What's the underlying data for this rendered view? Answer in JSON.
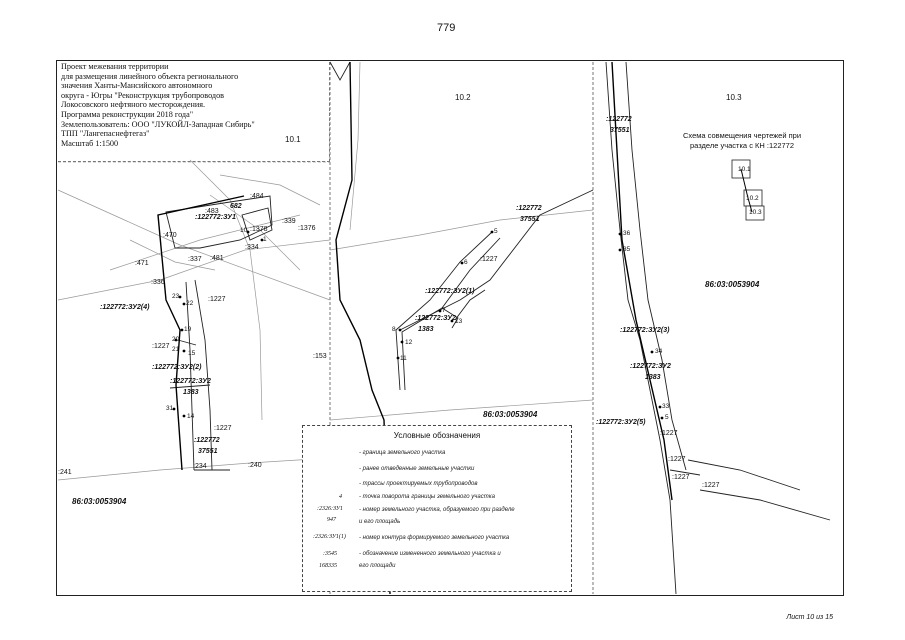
{
  "page_number": "779",
  "footer": "Лист 10 из 15",
  "title_block": {
    "lines": [
      "Проект межевания территории",
      "для размещения линейного объекта регионального",
      "значения Ханты-Мансийского автономного",
      "округа - Югры \"Реконструкция трубопроводов",
      "Локосовского нефтяного месторождения.",
      "Программа реконструкции 2018 года\"",
      "Землепользователь: ООО \"ЛУКОЙЛ-Западная Сибирь\"",
      "ТПП \"Лангепаснефтегаз\"",
      "Масштаб 1:1500"
    ]
  },
  "sheets": {
    "s1": "10.1",
    "s2": "10.2",
    "s3": "10.3"
  },
  "scheme": {
    "line1": "Схема совмещения чертежей при",
    "line2": "разделе участка с КН :122772",
    "k1": "10.1",
    "k2": "10.2",
    "k3": "10.3"
  },
  "map_labels": {
    "quarter_left": "86:03:0053904",
    "quarter_mid": "86:03:0053904",
    "quarter_right": "86:03:0053904",
    "parcel_main_num": ":122772",
    "parcel_main_area": "37551",
    "zu1": ":122772:ЗУ1",
    "zu1_area": "682",
    "zu2": ":122772:ЗУ2",
    "zu2_area": "1383",
    "zu2_1": ":122772:ЗУ2(1)",
    "zu2_2": ":122772:ЗУ2(2)",
    "zu2_3": ":122772:ЗУ2(3)",
    "zu2_4": ":122772:ЗУ2(4)",
    "zu2_5": ":122772:ЗУ2(5)",
    "p1227": ":1227",
    "p1376": ":1376",
    "p1378": ":1378",
    "p153": ":153",
    "p241": ":241",
    "p240": ":240",
    "p234": ":234",
    "p334": ":334",
    "p339": ":339",
    "p337": ":337",
    "p336": ":336",
    "p470": ":470",
    "p471": ":471",
    "p481": ":481",
    "p483": ":483",
    "p484": ":484"
  },
  "points": {
    "n1": "1",
    "n4": "4",
    "n5": "5",
    "n6": "6",
    "n7": "7",
    "n8": "8",
    "n10": "10",
    "n11": "11",
    "n12": "12",
    "n13": "13",
    "n14": "14",
    "n15": "15",
    "n19": "19",
    "n20": "20",
    "n21": "21",
    "n22": "22",
    "n23": "23",
    "n31": "31",
    "n33": "33",
    "n34": "34",
    "n35": "35",
    "n36": "36"
  },
  "legend": {
    "title": "Условные обозначения",
    "items": [
      "- граница земельного участка",
      "- ранее отведенные земельные участки",
      "- трассы проектируемых трубопроводов",
      "- точка поворота границы земельного участка",
      "- номер земельного участка, образуемого при разделе",
      "  и его площадь",
      "- номер контура формируемого земельного участка",
      "- обозначение измененного земельного участка и",
      "  его площади"
    ],
    "sym_point": "4",
    "sym_zu": ":2326:ЗУ1",
    "sym_zu_area": "947",
    "sym_contour": ":2326:ЗУ1(1)",
    "sym_changed": ":3545",
    "sym_changed_area": "168335"
  },
  "colors": {
    "line": "#222222",
    "faint": "#999999",
    "trace": "#000000"
  }
}
